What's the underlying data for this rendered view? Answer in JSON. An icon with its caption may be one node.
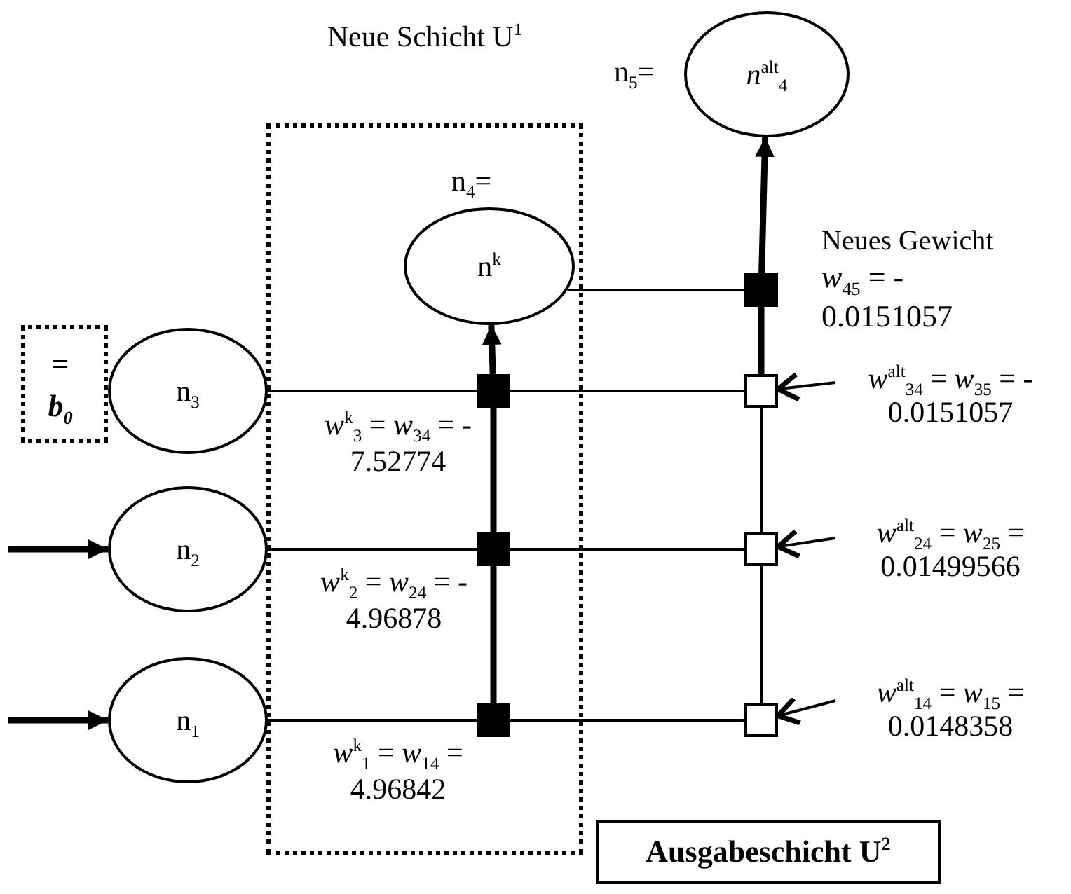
{
  "diagram": {
    "nodes": [
      {
        "text": [
          "Neue Schicht U$^{1}$"
        ]
      },
      {
        "text": [
          "n$^{k}$"
        ],
        "beside": [
          "n$_{4}$="
        ],
        "in": 0
      },
      {
        "text": [
          "*n*$^{alt}$$_{4}$"
        ],
        "beside": [
          "n$_{5}$="
        ]
      },
      {
        "text": [],
        "shape": "box"
      },
      {
        "text": [
          "= **b**$_{0}$"
        ]
      },
      {
        "text": [
          "n$_{3}$"
        ]
      },
      {
        "text": [],
        "shape": "box",
        "in": 0,
        "beside": [
          "*w*$^{k}$$_{3}$ = *w*$_{34}$ = - 7.52774"
        ]
      },
      {
        "text": [],
        "shape": "box"
      },
      {
        "text": [
          "*w*$^{alt}$$_{34}$ = *w*$_{35}$ = - 0.0151057"
        ]
      },
      {
        "text": [
          "n$_{2}$"
        ]
      },
      {
        "text": [],
        "shape": "box",
        "in": 0,
        "beside": [
          "*w*$^{k}$$_{2}$ = *w*$_{24}$ = - 4.96878"
        ]
      },
      {
        "text": [],
        "shape": "box"
      },
      {
        "text": [
          "*w*$^{alt}$$_{24}$ = *w*$_{25}$ = 0.01499566"
        ]
      },
      {
        "text": [
          "n$_{1}$"
        ]
      },
      {
        "text": [],
        "shape": "box",
        "in": 0,
        "beside": [
          "*w*$^{k}$$_{1}$ = *w*$_{14}$ = 4.96842"
        ]
      },
      {
        "text": [],
        "shape": "box"
      },
      {
        "text": [
          "*w*$^{alt}$$_{14}$ = *w*$_{15}$ = 0.0148358"
        ]
      },
      {
        "text": [
          "Ausgabeschicht U$^{2}$"
        ]
      }
    ],
    "edges": [
      {
        "from": 5,
        "to": 6,
        "arrow": "none"
      },
      {
        "from": 6,
        "to": 7,
        "arrow": "none"
      },
      {
        "from": 9,
        "to": 10,
        "arrow": "none"
      },
      {
        "from": 10,
        "to": 11,
        "arrow": "none"
      },
      {
        "from": 13,
        "to": 14,
        "arrow": "none"
      },
      {
        "from": 14,
        "to": 15,
        "arrow": "none"
      },
      {
        "from": 14,
        "to": 10,
        "arrow": "none",
        "style": "thick"
      },
      {
        "from": 10,
        "to": 6,
        "arrow": "none",
        "style": "thick"
      },
      {
        "from": 6,
        "to": 1,
        "arrow": "to",
        "style": "thick"
      },
      {
        "from": 15,
        "to": 11,
        "arrow": "none"
      },
      {
        "from": 11,
        "to": 7,
        "arrow": "none"
      },
      {
        "from": 7,
        "to": 3,
        "arrow": "none",
        "style": "thick"
      },
      {
        "from": 3,
        "to": 2,
        "arrow": "to",
        "style": "thick"
      },
      {
        "from": 1,
        "to": 3,
        "arrow": "none"
      },
      {
        "from": null,
        "to": 9,
        "arrow": "to",
        "style": "thick"
      },
      {
        "from": null,
        "to": 13,
        "arrow": "to",
        "style": "thick"
      },
      {
        "from": 8,
        "to": 7,
        "arrow": "to"
      },
      {
        "from": 12,
        "to": 11,
        "arrow": "to"
      },
      {
        "from": 16,
        "to": 15,
        "arrow": "to"
      }
    ],
    "labels": [
      "Neues Gewicht",
      "*w*$_{45}$ = - 0.0151057"
    ]
  }
}
